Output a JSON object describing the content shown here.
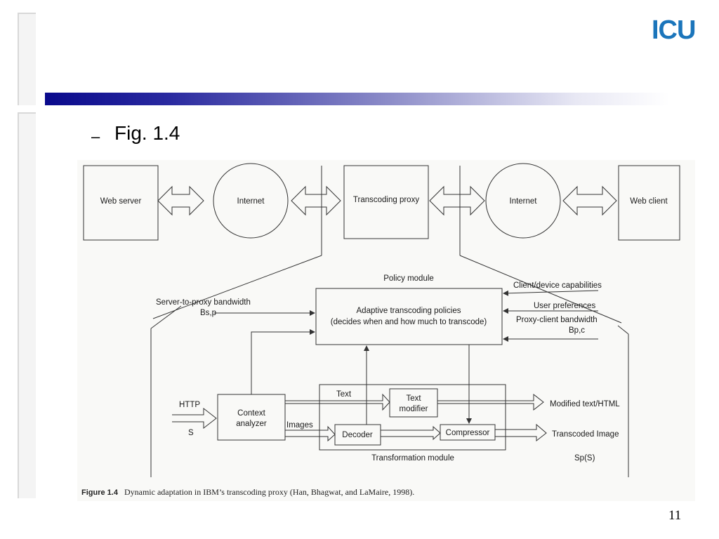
{
  "header": {
    "logo_text": "ICU"
  },
  "slide": {
    "bullet_dash": "–",
    "bullet_text": "Fig. 1.4",
    "page_number": "11"
  },
  "diagram": {
    "top_row": {
      "web_server": "Web server",
      "internet_left": "Internet",
      "transcoding_proxy": "Transcoding proxy",
      "internet_right": "Internet",
      "web_client": "Web client"
    },
    "policy": {
      "module_label": "Policy module",
      "box_line1": "Adaptive transcoding policies",
      "box_line2": "(decides when and how much to transcode)",
      "server_bw_line1": "Server-to-proxy bandwidth",
      "server_bw_line2": "Bs,p",
      "client_caps": "Client/device capabilities",
      "user_prefs": "User preferences",
      "client_bw_line1": "Proxy-client bandwidth",
      "client_bw_line2": "Bp,c"
    },
    "transform": {
      "http_label": "HTTP",
      "s_label": "S",
      "context_line1": "Context",
      "context_line2": "analyzer",
      "text_label": "Text",
      "images_label": "Images",
      "text_mod_line1": "Text",
      "text_mod_line2": "modifier",
      "decoder": "Decoder",
      "compressor": "Compressor",
      "module_label": "Transformation module",
      "out_text": "Modified text/HTML",
      "out_image": "Transcoded Image",
      "out_sps": "Sp(S)"
    },
    "caption_label": "Figure 1.4",
    "caption_text": "Dynamic adaptation in IBM’s transcoding proxy (Han, Bhagwat, and LaMaire, 1998)."
  },
  "colors": {
    "logo": "#1b75bb",
    "bar_dark": "#0a0a8c"
  }
}
